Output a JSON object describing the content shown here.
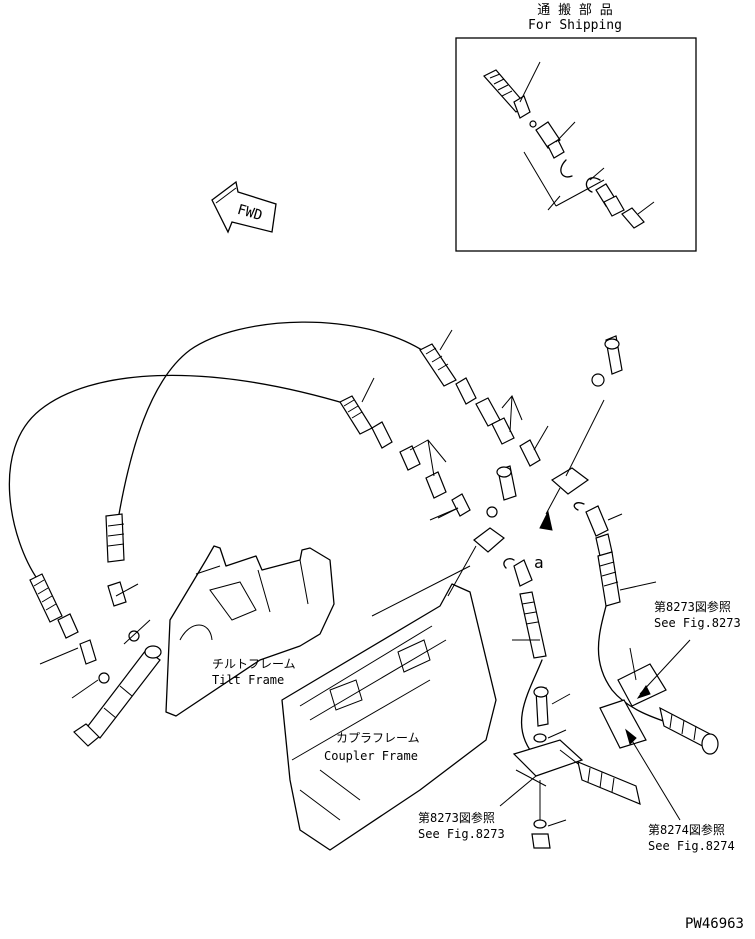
{
  "shipping_box": {
    "title_jp": "通 搬 部 品",
    "title_en": "For Shipping"
  },
  "fwd_arrow": {
    "label": "FWD"
  },
  "point_marker": {
    "label": "a"
  },
  "tilt_frame": {
    "label_jp": "チルトフレーム",
    "label_en": "Tilt Frame"
  },
  "coupler_frame": {
    "label_jp": "カプラフレーム",
    "label_en": "Coupler Frame"
  },
  "references": [
    {
      "jp": "第8273図参照",
      "en": "See Fig.8273"
    },
    {
      "jp": "第8273図参照",
      "en": "See Fig.8273"
    },
    {
      "jp": "第8274図参照",
      "en": "See Fig.8274"
    }
  ],
  "drawing_number": "PW46963"
}
